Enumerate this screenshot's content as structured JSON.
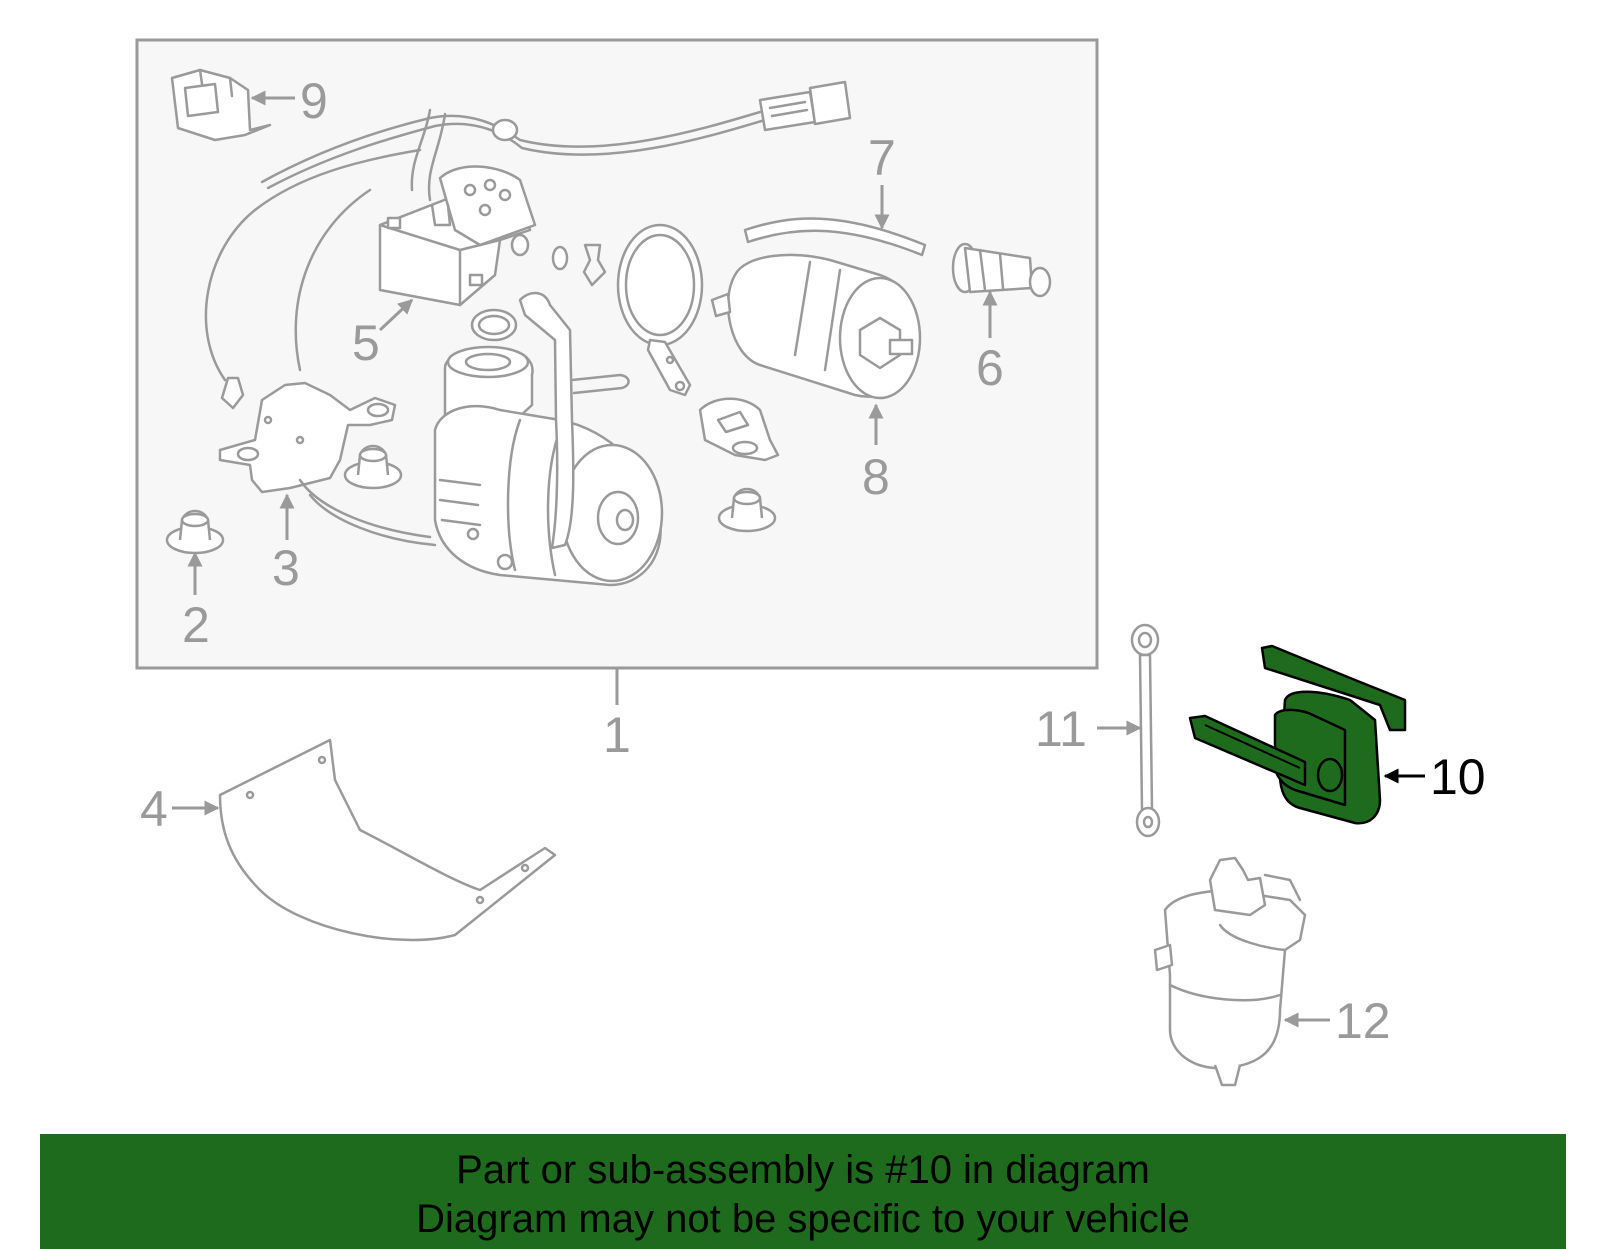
{
  "callouts": {
    "c1": "1",
    "c2": "2",
    "c3": "3",
    "c4": "4",
    "c5": "5",
    "c6": "6",
    "c7": "7",
    "c8": "8",
    "c9": "9",
    "c10": "10",
    "c11": "11",
    "c12": "12"
  },
  "highlighted_part": "10",
  "colors": {
    "highlight": "#1e6b1e",
    "line": "#9a9a9a",
    "panel_bg": "#f7f7f7"
  },
  "banner": {
    "line1": "Part or sub-assembly is #10 in diagram",
    "line2": "Diagram may not be specific to your vehicle"
  }
}
